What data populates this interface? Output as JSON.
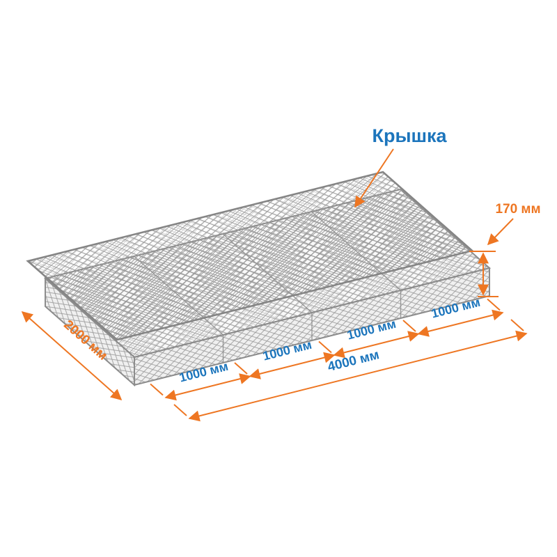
{
  "diagram": {
    "annotations": {
      "lid_label": "Крышка",
      "height_label": "170 мм",
      "depth_label": "2000 мм",
      "total_length_label": "4000 мм",
      "segment_labels": [
        "1000 мм",
        "1000 мм",
        "1000 мм",
        "1000 мм"
      ]
    },
    "colors": {
      "dimension_orange": "#EE7622",
      "label_blue": "#1C75BC",
      "mesh_gray": "#9B9B9B",
      "background": "#FFFFFF"
    }
  }
}
